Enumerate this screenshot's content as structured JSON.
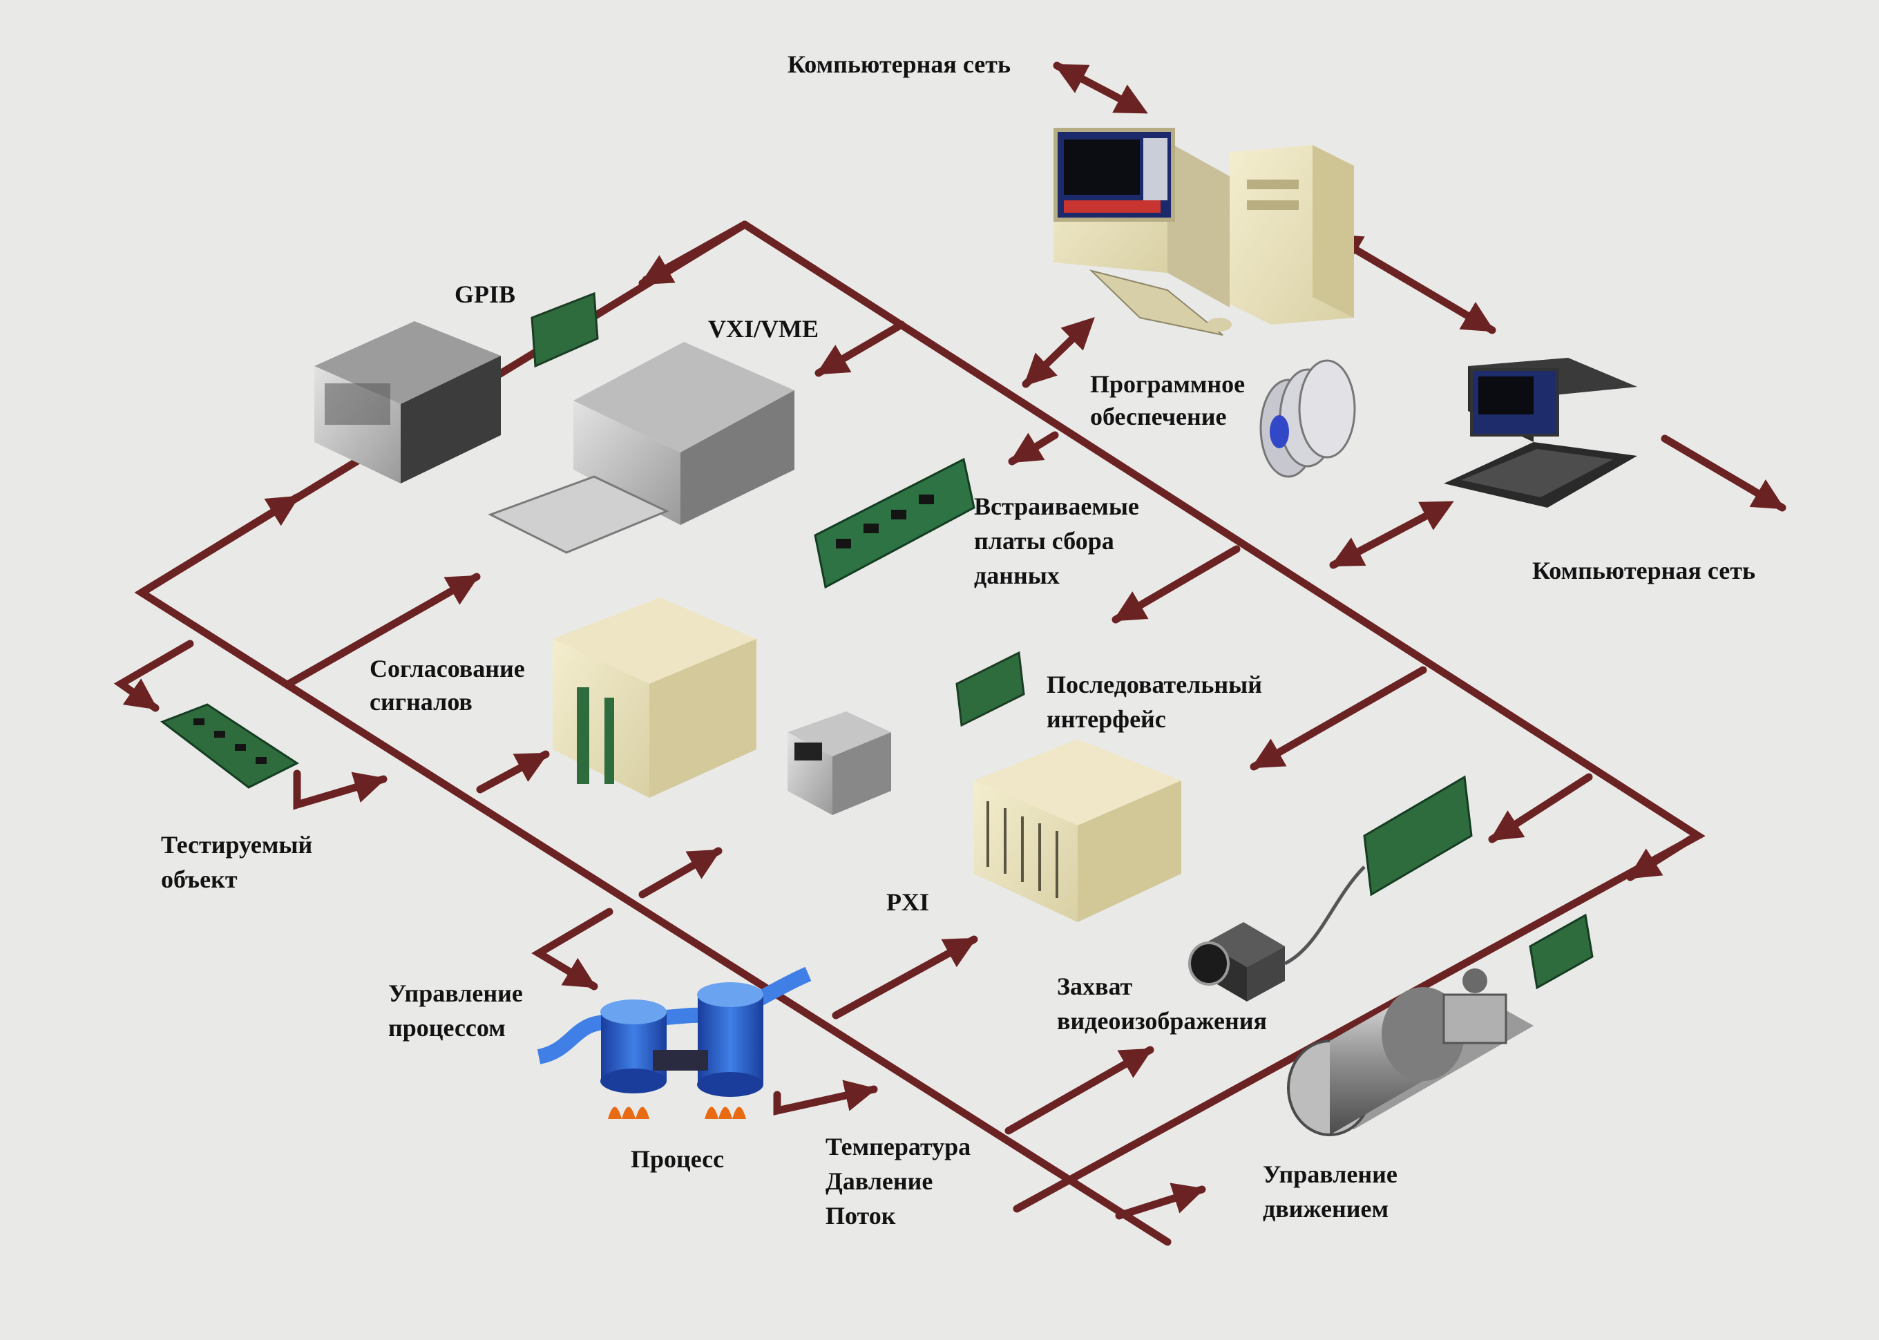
{
  "labels": {
    "network_top": "Компьютерная сеть",
    "network_right": "Компьютерная сеть",
    "gpib": "GPIB",
    "vxi_vme": "VXI/VME",
    "software": [
      "Программное",
      "обеспечение"
    ],
    "embedded_daq": [
      "Встраиваемые",
      "платы сбора",
      "данных"
    ],
    "signal_conditioning": [
      "Согласование",
      "сигналов"
    ],
    "serial_interface": [
      "Последовательный",
      "интерфейс"
    ],
    "unit_under_test": [
      "Тестируемый",
      "объект"
    ],
    "pxi": "PXI",
    "process_control": [
      "Управление",
      "процессом"
    ],
    "image_capture": [
      "Захват",
      "видеоизображения"
    ],
    "process": "Процесс",
    "measurements": [
      "Температура",
      "Давление",
      "Поток"
    ],
    "motion_control": [
      "Управление",
      "движением"
    ]
  },
  "colors": {
    "background": "#e9eae8",
    "bus": "#6b2222",
    "text": "#121212"
  },
  "icons": {
    "desktop_pc": "desktop-computer-icon",
    "laptop": "laptop-icon",
    "software_discs": "cd-discs-icon",
    "gpib_instrument": "gpib-instrument-icon",
    "gpib_card": "gpib-card-icon",
    "vxi_chassis": "vxi-chassis-icon",
    "daq_board": "daq-board-icon",
    "signal_chassis": "signal-conditioning-chassis-icon",
    "small_module": "small-module-icon",
    "serial_card": "serial-card-icon",
    "pxi_chassis": "pxi-chassis-icon",
    "dut_board": "circuit-board-icon",
    "process_tanks": "process-tanks-icon",
    "camera": "camera-icon",
    "vision_card": "image-acquisition-card-icon",
    "motion_card": "motion-card-icon",
    "motor": "motor-icon"
  }
}
